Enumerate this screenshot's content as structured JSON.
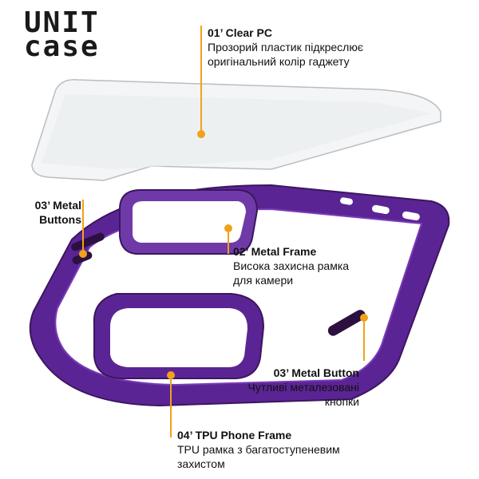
{
  "brand": {
    "line1": "UNIT",
    "line2": "case"
  },
  "accent": "#f0a21a",
  "case_color": "#5b2494",
  "labels": {
    "clear_pc": {
      "title": "01’ Clear PC",
      "desc": "Прозорий пластик підкреслює оригінальний колір гаджету"
    },
    "metal_buttons": {
      "title": "03’ Metal Buttons"
    },
    "metal_frame": {
      "title": "02’ Metal Frame",
      "desc": "Висока захисна рамка для камери"
    },
    "metal_button": {
      "title": "03’ Metal Button",
      "desc": "Чутливі металезовані кнопки"
    },
    "tpu_frame": {
      "title": "04’ TPU Phone Frame",
      "desc": "TPU рамка з багатоступеневим захистом"
    }
  }
}
